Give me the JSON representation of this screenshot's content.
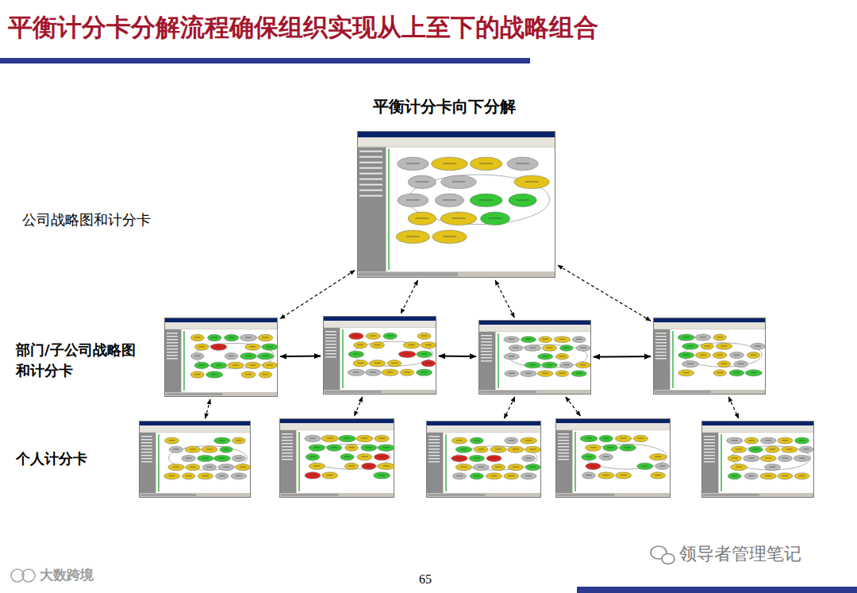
{
  "diagram": {
    "title": "平衡计分卡分解流程确保组织实现从上至下的战略组合",
    "nodes": [
      {
        "text": []
      },
      {
        "text": []
      },
      {
        "text": []
      },
      {
        "text": []
      },
      {
        "text": []
      },
      {
        "text": []
      },
      {
        "text": []
      },
      {
        "text": []
      },
      {
        "text": []
      },
      {
        "text": []
      }
    ],
    "edges": [
      {
        "from": 0,
        "to": 1,
        "arrow": "both"
      },
      {
        "from": 0,
        "to": 2,
        "arrow": "both"
      },
      {
        "from": 0,
        "to": 3,
        "arrow": "both"
      },
      {
        "from": 0,
        "to": 4,
        "arrow": "both"
      },
      {
        "from": 1,
        "to": 2,
        "arrow": "both"
      },
      {
        "from": 2,
        "to": 3,
        "arrow": "both"
      },
      {
        "from": 3,
        "to": 4,
        "arrow": "both"
      },
      {
        "from": 1,
        "to": 5,
        "arrow": "both"
      },
      {
        "from": 2,
        "to": 6,
        "arrow": "both"
      },
      {
        "from": 3,
        "to": 7,
        "arrow": "both"
      },
      {
        "from": 3,
        "to": 8,
        "arrow": "both"
      },
      {
        "from": 4,
        "to": 9,
        "arrow": "both"
      }
    ],
    "labels": [
      "平衡计分卡向下分解",
      "公司战略图和计分卡",
      "部门/子公司战略图 和计分卡",
      "个人计分卡",
      "65",
      "领导者管理笔记",
      "大数跨境"
    ]
  }
}
